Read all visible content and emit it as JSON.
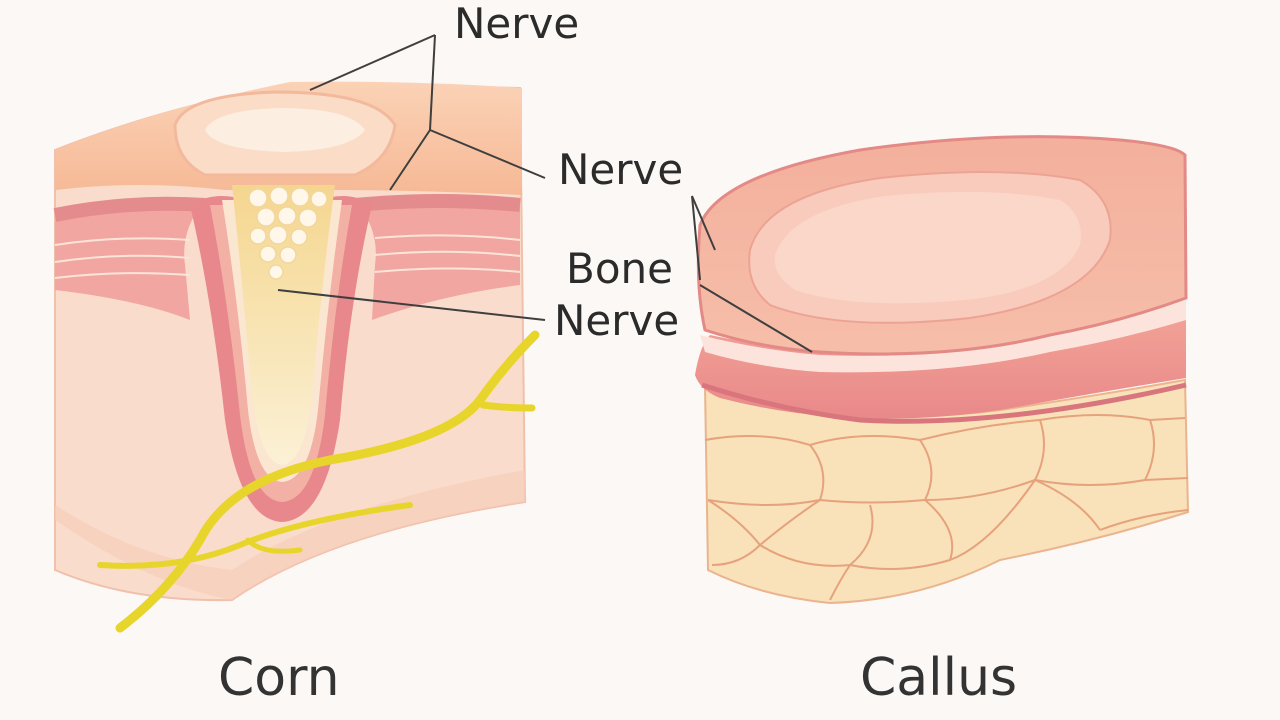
{
  "colors": {
    "background": "#fbf8f5",
    "skin_top": "#f9c7a7",
    "skin_pink": "#f4a7a0",
    "dermis_red": "#e58a8d",
    "tissue": "#f9dacb",
    "fat": "#f8e0b8",
    "fat_line": "#e8a983",
    "core": "#f6dfa3",
    "nerve_yellow": "#e7d531",
    "leader": "#4a4a4a",
    "text": "#2b2b2b"
  },
  "labels": {
    "corn_nerve_top": "Nerve",
    "nerve_middle": "Nerve",
    "bone": "Bone",
    "nerve_lower": "Nerve"
  },
  "captions": {
    "corn": "Corn",
    "callus": "Callus"
  }
}
